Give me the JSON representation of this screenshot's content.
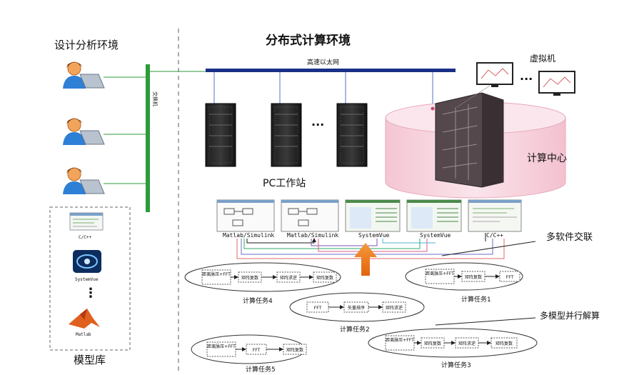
{
  "left_section": {
    "title": "设计分析环境"
  },
  "main_title": "分布式计算环境",
  "network": {
    "ethernet_label": "高速以太网",
    "switch_label": "交换机"
  },
  "workstations": {
    "label": "PC工作站",
    "ellipsis": "···"
  },
  "compute_center": {
    "label": "计算中心"
  },
  "virtual_machine": {
    "label": "虚拟机",
    "ellipsis": "···"
  },
  "model_library": {
    "title": "模型库",
    "items": [
      {
        "label": "C/C++",
        "icon": "code-window-icon"
      },
      {
        "label": "SystemVue",
        "icon": "systemvue-logo-icon"
      },
      {
        "label": "Matlab",
        "icon": "matlab-logo-icon"
      }
    ],
    "ellipsis": "⋮"
  },
  "software": [
    {
      "label": "Matlab/Simulink"
    },
    {
      "label": "Matlab/Simulink"
    },
    {
      "label": "SystemVue"
    },
    {
      "label": "SystemVue"
    },
    {
      "label": "C/C++"
    }
  ],
  "annotations": {
    "multi_software": "多软件交联",
    "multi_model": "多模型并行解算"
  },
  "tasks": [
    {
      "name": "计算任务4",
      "steps": [
        "距离脉压+FFT",
        "矩阵复数",
        "矩阵求逆",
        "矩阵复数"
      ]
    },
    {
      "name": "计算任务1",
      "steps": [
        "距离脉压+FFT",
        "矩阵复数",
        "FFT"
      ]
    },
    {
      "name": "计算任务2",
      "steps": [
        "FFT",
        "矢量排序",
        "矩阵求逆"
      ]
    },
    {
      "name": "计算任务5",
      "steps": [
        "距离脉压+FFT",
        "FFT",
        "矩阵复数"
      ]
    },
    {
      "name": "计算任务3",
      "steps": [
        "距离脉压+FFT",
        "矩阵复数",
        "矩阵求逆",
        "矩阵复数"
      ]
    }
  ],
  "colors": {
    "ethernet": "#1a2f86",
    "switch": "#2e9b3a",
    "cylinder": "#f8d6e0",
    "arrow": "#ef7a1e"
  }
}
